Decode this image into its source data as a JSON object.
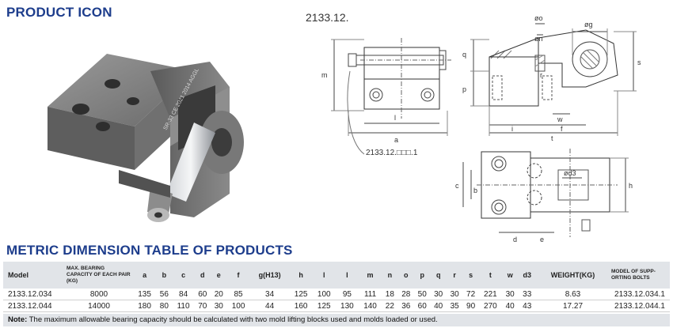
{
  "headers": {
    "product_icon": "PRODUCT ICON",
    "dimension_table": "METRIC DIMENSION TABLE OF PRODUCTS"
  },
  "drawing": {
    "model_number": "2133.12.",
    "callout": "2133.12.□□□.1",
    "labels": {
      "o": "øo",
      "n": "øn",
      "g": "øg",
      "d3": "ød3",
      "m": "m",
      "q": "q",
      "p": "p",
      "r": "r",
      "s": "s",
      "l": "l",
      "a": "a",
      "i": "i",
      "f": "f",
      "t": "t",
      "w": "w",
      "c": "c",
      "b": "b",
      "d": "d",
      "e": "e",
      "h": "h"
    },
    "photo_marking": "SR-33 CE 2021 2014 AGGL"
  },
  "table": {
    "columns": [
      "Model",
      "MAX. BEARING CAPACITY OF EACH PAIR (KG)",
      "a",
      "b",
      "c",
      "d",
      "e",
      "f",
      "g(H13)",
      "h",
      "l",
      "l",
      "m",
      "n",
      "o",
      "p",
      "q",
      "r",
      "s",
      "t",
      "w",
      "d3",
      "WEIGHT(KG)",
      "MODEL OF SUPP-ORTING BOLTS"
    ],
    "rows": [
      [
        "2133.12.034",
        "8000",
        "135",
        "56",
        "84",
        "60",
        "20",
        "85",
        "34",
        "125",
        "100",
        "95",
        "111",
        "18",
        "28",
        "50",
        "30",
        "30",
        "72",
        "221",
        "30",
        "33",
        "8.63",
        "2133.12.034.1"
      ],
      [
        "2133.12.044",
        "14000",
        "180",
        "80",
        "110",
        "70",
        "30",
        "100",
        "44",
        "160",
        "125",
        "130",
        "140",
        "22",
        "36",
        "60",
        "40",
        "35",
        "90",
        "270",
        "40",
        "43",
        "17.27",
        "2133.12.044.1"
      ]
    ]
  },
  "note": {
    "label": "Note:",
    "text": " The maximum allowable bearing capacity should be calculated with two mold lifting blocks used and molds loaded or used."
  }
}
